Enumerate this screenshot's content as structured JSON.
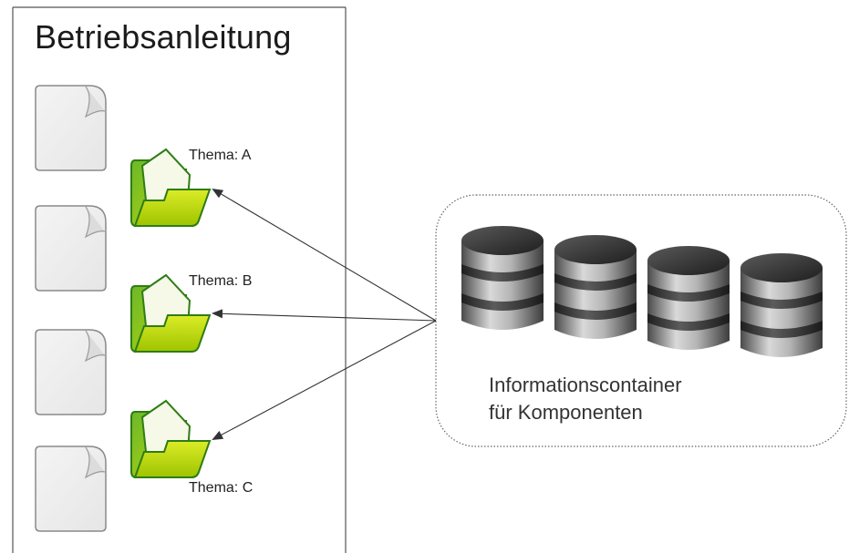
{
  "manual": {
    "title": "Betriebsanleitung",
    "topics": [
      "Thema: A",
      "Thema: B",
      "Thema: C"
    ]
  },
  "container": {
    "caption_line1": "Informationscontainer",
    "caption_line2": "für Komponenten"
  },
  "icons": {
    "document": "document-page-icon",
    "folder": "open-folder-icon",
    "database": "database-cylinder-icon"
  },
  "colors": {
    "folder_green": "#b8d400",
    "folder_outline": "#2e7d14",
    "database_gray": "#9a9a9a"
  }
}
